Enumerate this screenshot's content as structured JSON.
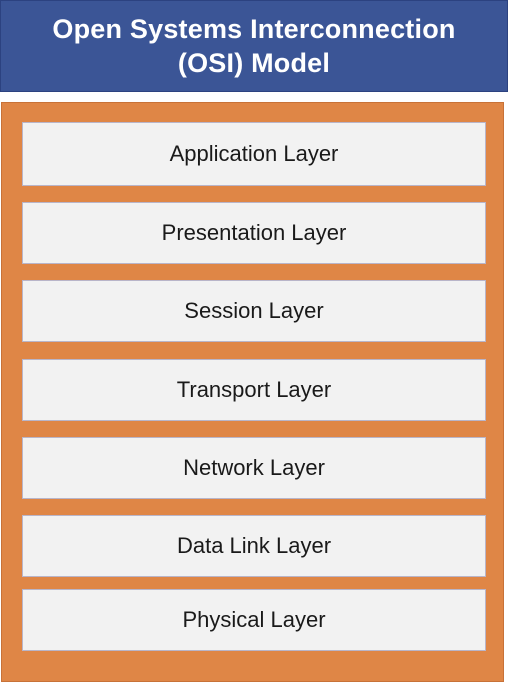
{
  "diagram": {
    "title": "Open Systems Interconnection (OSI) Model",
    "colors": {
      "header_background": "#3b5596",
      "header_text": "#ffffff",
      "frame_background": "#df8646",
      "layer_background": "#f2f2f2",
      "layer_border": "#b9b5c9"
    },
    "layers": [
      {
        "label": "Application Layer"
      },
      {
        "label": "Presentation Layer"
      },
      {
        "label": "Session Layer"
      },
      {
        "label": "Transport Layer"
      },
      {
        "label": "Network Layer"
      },
      {
        "label": "Data Link Layer"
      },
      {
        "label": "Physical Layer"
      }
    ]
  }
}
